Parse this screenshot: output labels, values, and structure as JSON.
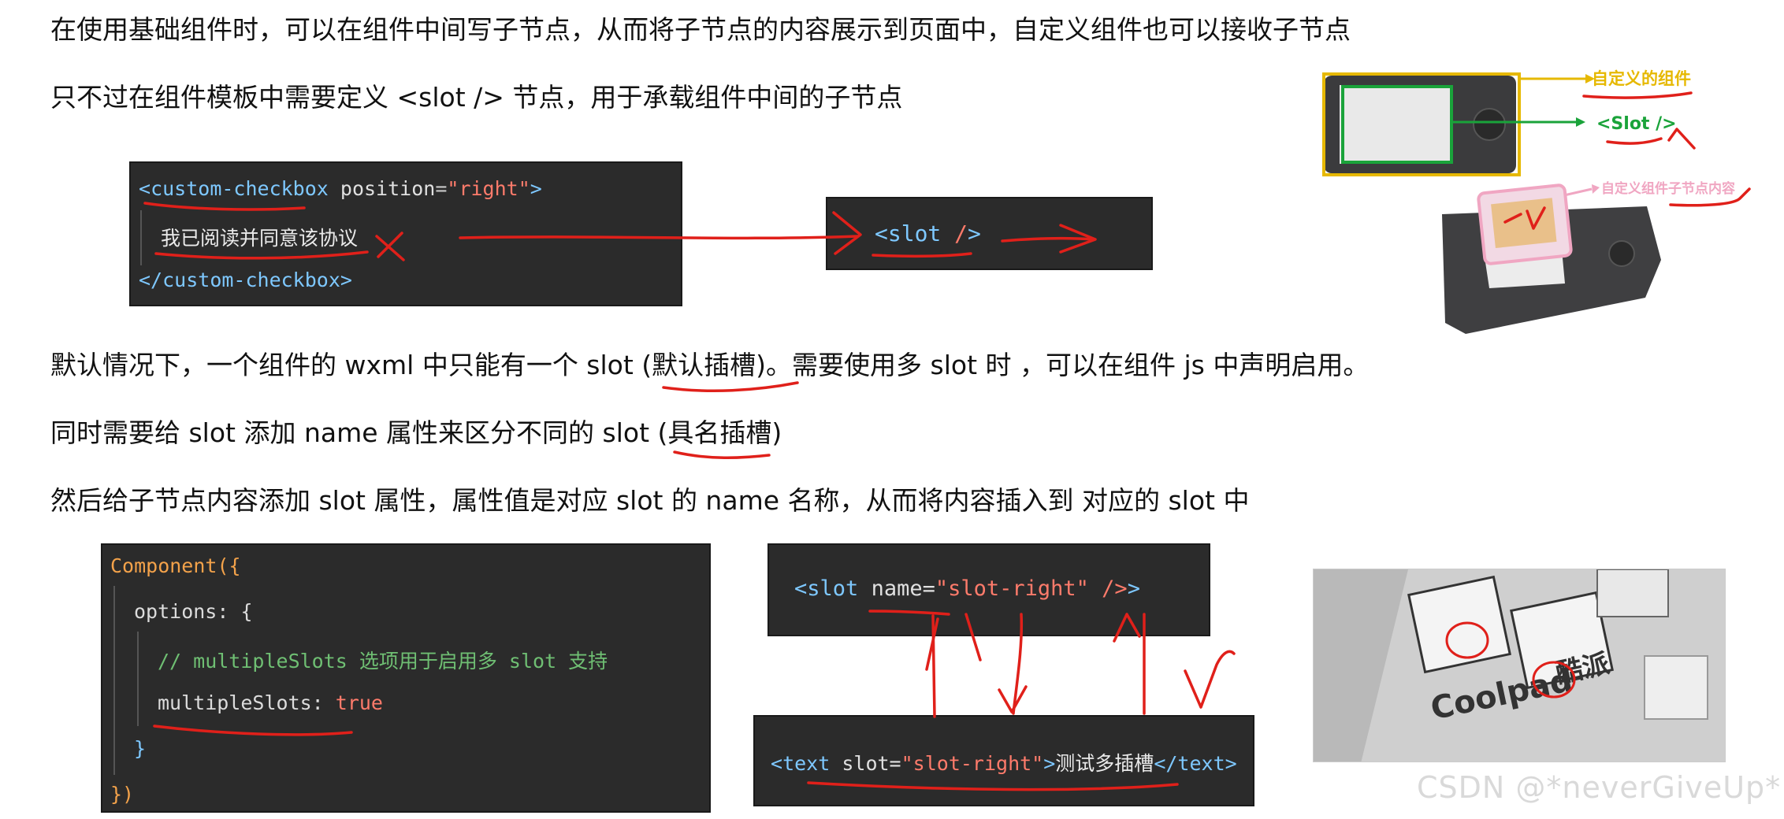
{
  "paragraphs": {
    "p1": "在使用基础组件时，可以在组件中间写子节点，从而将子节点的内容展示到页面中，自定义组件也可以接收子节点",
    "p2": "只不过在组件模板中需要定义 <slot /> 节点，用于承载组件中间的子节点",
    "p3_a": "默认情况下，一个组件的 wxml 中只能有一个 slot ",
    "p3_b": "(默认插槽)",
    "p3_c": "。需要使用多 slot 时 ，可以在组件 js 中声明启用。",
    "p4_a": "同时需要给 slot 添加 name 属性来区分不同的 slot (",
    "p4_b": "具名插槽",
    "p4_c": ")",
    "p5": "然后给子节点内容添加 slot 属性，属性值是对应 slot 的 name 名称，从而将内容插入到 对应的 slot 中"
  },
  "code1": {
    "open_tag": "custom-checkbox",
    "attr_name": "position",
    "attr_value": "\"right\"",
    "content": "我已阅读并同意该协议",
    "close_tag": "custom-checkbox"
  },
  "code2": {
    "tag": "slot",
    "slash": "/"
  },
  "code3": {
    "l1_kw": "Component",
    "l1_p": "({",
    "l2": "options: {",
    "l3": "// multipleSlots 选项用于启用多 slot 支持",
    "l4_key": "multipleSlots: ",
    "l4_val": "true",
    "l5": "}",
    "l6": "})"
  },
  "code4": {
    "tag": "slot",
    "attr": "name=",
    "val": "\"slot-right\"",
    "end": " />"
  },
  "code5": {
    "tag": "text",
    "attr": "slot=",
    "val": "\"slot-right\"",
    "content": "测试多插槽",
    "close_tag": "text"
  },
  "diagram": {
    "label_component": "自定义的组件",
    "label_slot": "<Slot />",
    "label_children": "自定义组件子节点内容",
    "card_logo": "Coolpad",
    "card_logo_cn": "酷派"
  },
  "watermark": "CSDN @*neverGiveUp*",
  "colors": {
    "annotation": "#e0201a",
    "code_bg": "#2b2b2b",
    "tag": "#7ec8ff",
    "string": "#ff7b6b",
    "comment": "#6fbf73",
    "keyword": "#f3a24a"
  }
}
